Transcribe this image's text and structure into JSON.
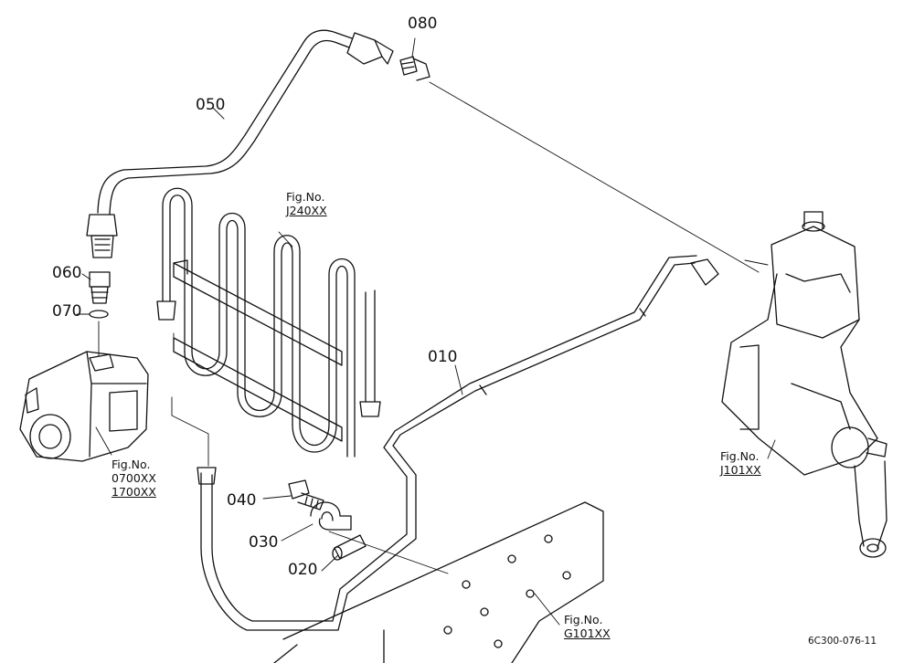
{
  "diagram": {
    "callouts": [
      "010",
      "020",
      "030",
      "040",
      "050",
      "060",
      "070",
      "080"
    ],
    "fig_prefix": "Fig.No.",
    "figrefs": {
      "J240": "J240XX",
      "J101": "J101XX",
      "G101": "G101XX",
      "P0700": "0700XX",
      "P1700": "1700XX"
    },
    "drawing_code": "6C300-076-11"
  },
  "colors": {
    "line": "#111111",
    "background": "#ffffff"
  }
}
